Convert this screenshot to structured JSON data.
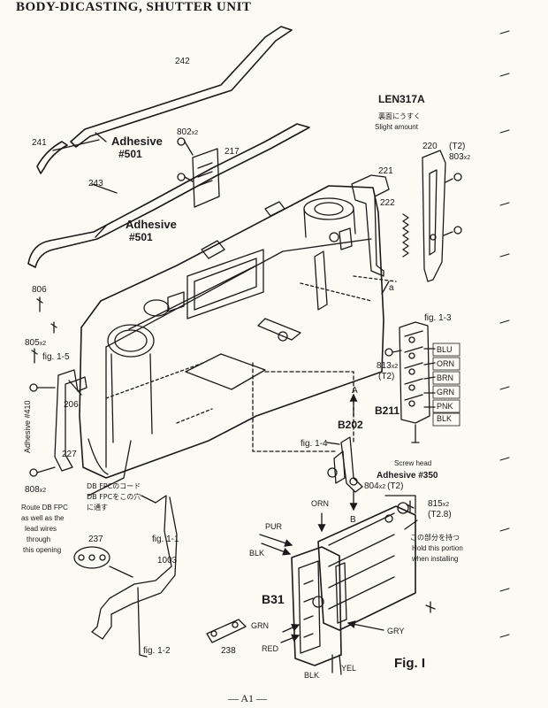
{
  "header": {
    "title": "BODY-DICASTING, SHUTTER UNIT"
  },
  "footer": {
    "page": "— A1 —"
  },
  "figure": {
    "label": "Fig. I"
  },
  "parts": {
    "p242": "242",
    "p241": "241",
    "p243": "243",
    "p802": "802",
    "p802_qty": "x2",
    "p217": "217",
    "p221": "221",
    "p222": "222",
    "p220": "220",
    "p220_t": "(T2)",
    "p803": "803",
    "p803_qty": "x2",
    "p806": "806",
    "p805": "805",
    "p805_qty": "x2",
    "p206": "206",
    "p227": "227",
    "p808": "808",
    "p808_qty": "x2",
    "p813": "813",
    "p813_qty": "x2",
    "p813_t": "(T2)",
    "p804": "804",
    "p804_qty": "x2",
    "p804_t": "(T2)",
    "p815": "815",
    "p815_qty": "x2",
    "p815_t": "(T2.8)",
    "p237": "237",
    "p1003": "1003",
    "p238": "238",
    "b211": "B211",
    "b202": "B202",
    "b31": "B31"
  },
  "annotations": {
    "adhesive1": "Adhesive",
    "adhesive1_no": "#501",
    "adhesive2": "Adhesive",
    "adhesive2_no": "#501",
    "adhesive410": "Adhesive #410",
    "adhesive350": "Adhesive #350",
    "len": "LEN317A",
    "len_jp": "裏面にうすく",
    "len_en": "Slight amount",
    "screw_head": "Screw head",
    "point_a": "a",
    "point_A": "A",
    "point_B": "B",
    "db_fpc_jp1": "DB FPCのコード",
    "db_fpc_jp2": "DB FPCをこの穴",
    "db_fpc_jp3": "に通す",
    "route1": "Route DB FPC",
    "route2": "as well as the",
    "route3": "lead wires",
    "route4": "through",
    "route5": "this opening",
    "hold_jp": "この部分を持つ",
    "hold_en1": "Hold this portion",
    "hold_en2": "when installing"
  },
  "figrefs": {
    "f11": "fig. 1-1",
    "f12": "fig. 1-2",
    "f13": "fig. 1-3",
    "f14": "fig. 1-4",
    "f15": "fig. 1-5"
  },
  "wires": {
    "blu": "BLU",
    "orn": "ORN",
    "brn": "BRN",
    "grn": "GRN",
    "pnk": "PNK",
    "blk": "BLK",
    "orn2": "ORN",
    "pur": "PUR",
    "blk2": "BLK",
    "grn2": "GRN",
    "red": "RED",
    "gry": "GRY",
    "blk3": "BLK",
    "yel": "YEL"
  }
}
